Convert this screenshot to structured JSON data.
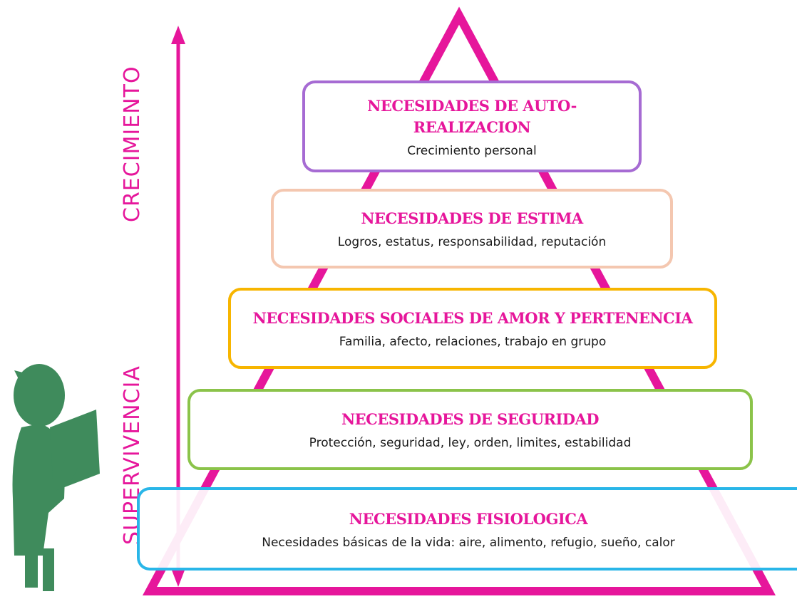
{
  "axis": {
    "top_label": "CRECIMIENTO",
    "bottom_label": "SUPERVIVENCIA"
  },
  "colors": {
    "accent": "#e6169b",
    "level_autorrealizacion": "#a66bd3",
    "level_estima": "#f4c7b0",
    "level_sociales": "#f7b500",
    "level_seguridad": "#8bc34a",
    "level_fisiologica": "#29b6e8",
    "child_silhouette": "#3f8b5c"
  },
  "levels": [
    {
      "title_line1": "NECESIDADES DE AUTO-",
      "title_line2": "REALIZACION",
      "description": "Crecimiento personal"
    },
    {
      "title": "NECESIDADES DE ESTIMA",
      "description": "Logros, estatus, responsabilidad, reputación"
    },
    {
      "title": "NECESIDADES SOCIALES DE AMOR Y PERTENENCIA",
      "description": "Familia, afecto, relaciones, trabajo en grupo"
    },
    {
      "title": "NECESIDADES DE SEGURIDAD",
      "description": "Protección, seguridad, ley, orden, limites, estabilidad"
    },
    {
      "title": "NECESIDADES FISIOLOGICA",
      "description": "Necesidades básicas de la vida: aire, alimento, refugio, sueño, calor"
    }
  ],
  "icons": [
    "child-reading-silhouette-icon",
    "arrow-up-icon",
    "arrow-down-icon"
  ]
}
